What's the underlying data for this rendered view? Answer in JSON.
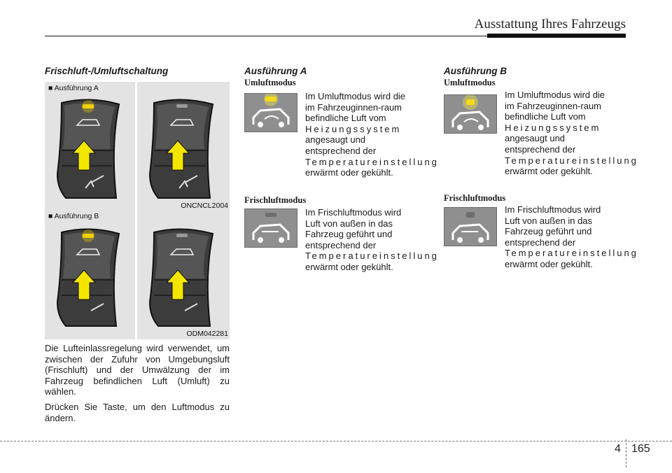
{
  "header": {
    "title": "Ausstattung Ihres Fahrzeugs"
  },
  "col1": {
    "heading": "Frischluft-/Umluftschaltung",
    "fig_a_caption": "■ Ausführung A",
    "fig_a_code": "ONCNCL2004",
    "fig_b_caption": "■ Ausführung B",
    "fig_b_code": "ODM042281",
    "para1": "Die Lufteinlassregelung wird verwendet, um zwischen der Zufuhr von Umgebungsluft (Frischluft) und der Umwälzung der im Fahrzeug befindlichen Luft (Umluft) zu wählen.",
    "para2": "Drücken Sie Taste, um den Luftmodus zu ändern."
  },
  "col2": {
    "heading": "Ausführung A",
    "umluft_label": "Umluftmodus",
    "umluft_lines": [
      "Im Umluftmodus wird die",
      "im Fahrzeuginnen-raum",
      "befindliche Luft vom",
      "Heizungssystem",
      "angesaugt und",
      "entsprechend der",
      "Temperatureinstellung",
      "erwärmt oder gekühlt."
    ],
    "frisch_label": "Frischluftmodus",
    "frisch_lines": [
      "Im Frischluftmodus wird",
      "Luft von außen in das",
      "Fahrzeug geführt und",
      "entsprechend der",
      "Temperatureinstellung",
      "erwärmt oder gekühlt."
    ]
  },
  "col3": {
    "heading": "Ausführung B",
    "umluft_label": "Umluftmodus",
    "umluft_lines": [
      "Im Umluftmodus wird die",
      "im Fahrzeuginnen-raum",
      "befindliche Luft vom",
      "Heizungssystem",
      "angesaugt und",
      "entsprechend der",
      "Temperatureinstellung",
      "erwärmt oder gekühlt."
    ],
    "frisch_label": "Frischluftmodus",
    "frisch_lines": [
      "Im Frischluftmodus wird",
      "Luft von außen in das",
      "Fahrzeug geführt und",
      "entsprechend der",
      "Temperatureinstellung",
      "erwärmt oder gekühlt."
    ]
  },
  "footer": {
    "chapter": "4",
    "page": "165"
  },
  "colors": {
    "figure_bg": "#e3e3e3",
    "arrow_yellow": "#f5e600",
    "led_on": "#f0d000",
    "thumb_bg": "#8f8f8f"
  }
}
